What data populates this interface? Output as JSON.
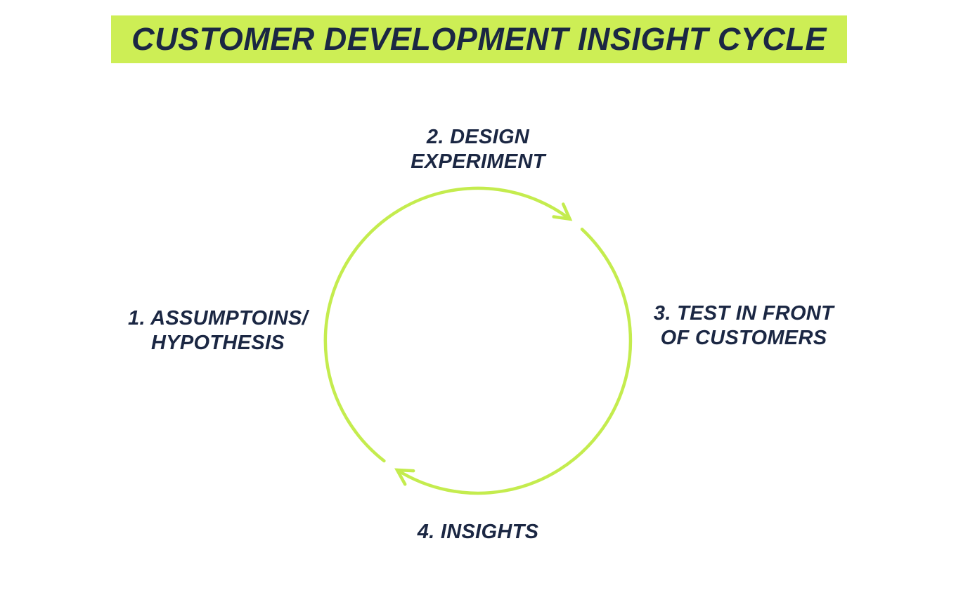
{
  "title": "CUSTOMER DEVELOPMENT INSIGHT CYCLE",
  "colors": {
    "highlight-bar": "#cdee55",
    "circle-stroke": "#c4ec4e",
    "text-navy": "#1b2743",
    "bg": "#ffffff"
  },
  "diagram": {
    "type": "cycle",
    "direction": "clockwise",
    "steps": [
      {
        "number": "1",
        "line1": "1. ASSUMPTOINS/",
        "line2": "HYPOTHESIS",
        "position": "left"
      },
      {
        "number": "2",
        "line1": "2. DESIGN",
        "line2": "EXPERIMENT",
        "position": "top"
      },
      {
        "number": "3",
        "line1": "3. TEST IN FRONT",
        "line2": "OF CUSTOMERS",
        "position": "right"
      },
      {
        "number": "4",
        "line1": "4. INSIGHTS",
        "line2": "",
        "position": "bottom"
      }
    ]
  }
}
